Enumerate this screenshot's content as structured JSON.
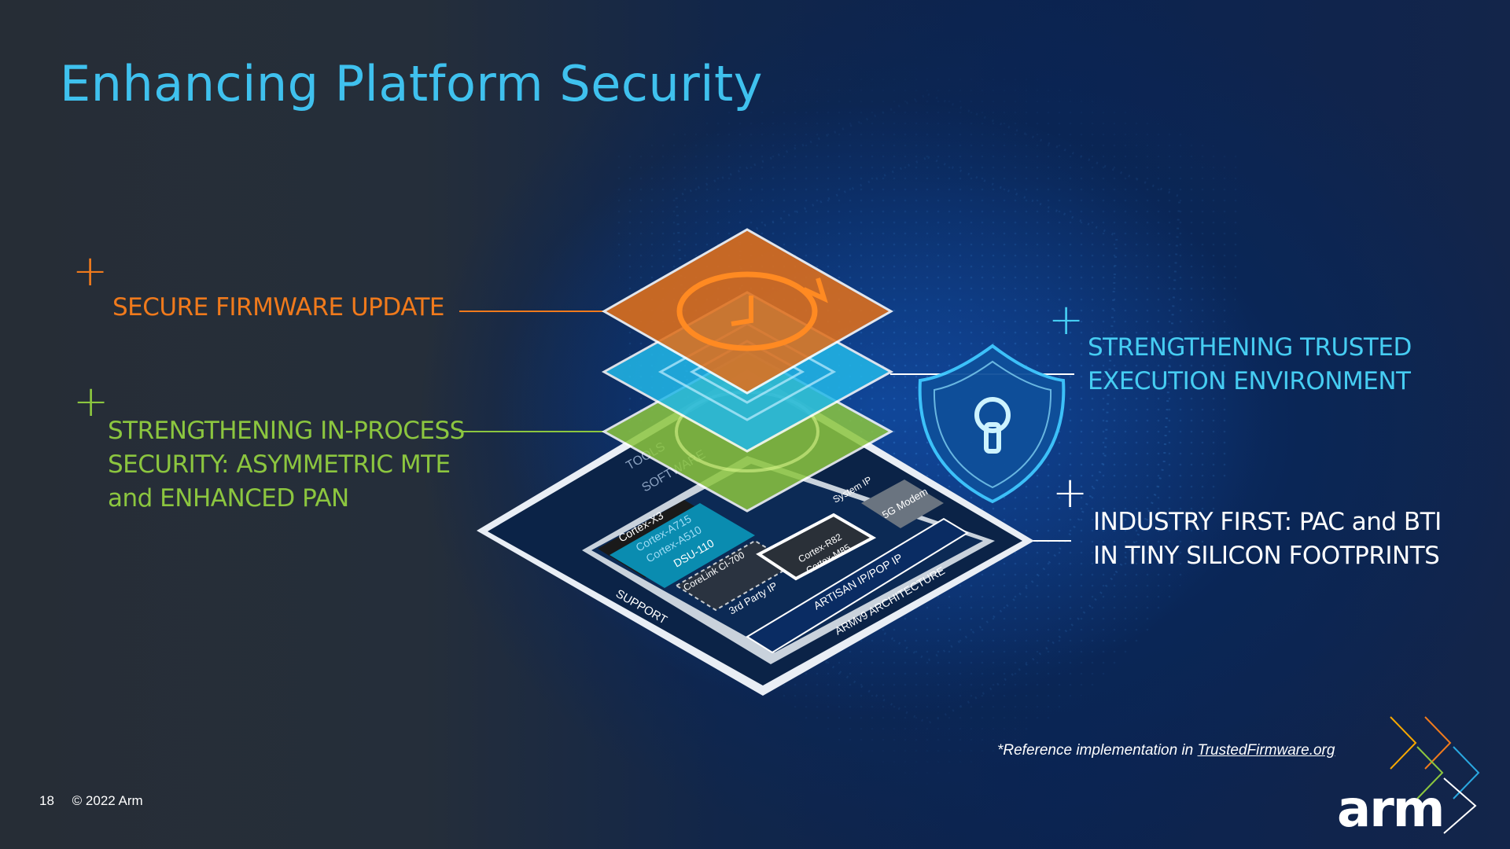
{
  "slide": {
    "title": "Enhancing Platform Security",
    "page_number": "18",
    "copyright": "© 2022 Arm",
    "logo_text": "arm"
  },
  "features": [
    {
      "lines": [
        "SECURE FIRMWARE UPDATE"
      ],
      "color": "#f07a1c"
    },
    {
      "lines": [
        "STRENGTHENING IN-PROCESS",
        "SECURITY: ASYMMETRIC MTE",
        "and ENHANCED PAN"
      ],
      "color": "#8cc63f"
    },
    {
      "lines": [
        "STRENGTHENING TRUSTED",
        "EXECUTION ENVIRONMENT"
      ],
      "color": "#46cdf2"
    },
    {
      "lines": [
        "INDUSTRY FIRST: PAC and BTI",
        "IN TINY SILICON FOOTPRINTS"
      ],
      "color": "#ffffff"
    }
  ],
  "footnote": {
    "prefix": "*Reference implementation in ",
    "link": "TrustedFirmware.org"
  },
  "chip_labels": {
    "tools": "TOOLS",
    "software": "SOFTWARE",
    "cortex_x3": "Cortex-X3",
    "cortex_a715": "Cortex-A715",
    "cortex_a510": "Cortex-A510",
    "dsu": "DSU-110",
    "corelink": "CoreLink CI-700",
    "third_party": "3rd Party IP",
    "cortex_r82": "Cortex-R82",
    "cortex_m85": "Cortex-M85",
    "modem": "5G Modem",
    "system_ip": "System IP",
    "artisan": "ARTISAN IP/POP IP",
    "armv9": "ARMv9 ARCHITECTURE",
    "support": "SUPPORT"
  },
  "icons": [
    "plus-icon",
    "refresh-icon",
    "shield-lock-icon",
    "arm-chevrons-icon"
  ]
}
